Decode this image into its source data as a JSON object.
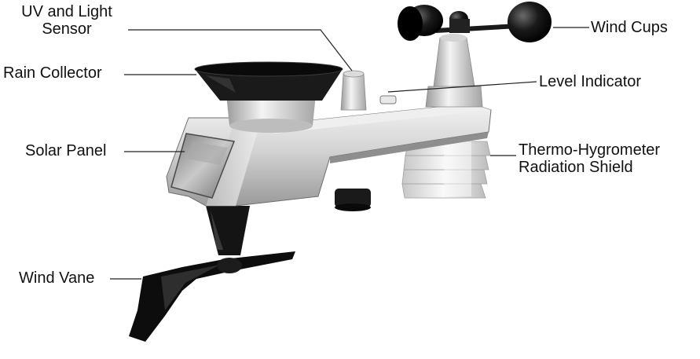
{
  "labels": {
    "uv_light_sensor": [
      "UV and Light",
      "Sensor"
    ],
    "rain_collector": "Rain Collector",
    "solar_panel": "Solar Panel",
    "wind_vane": "Wind Vane",
    "wind_cups": "Wind Cups",
    "level_indicator": "Level Indicator",
    "thermo_hygrometer": [
      "Thermo-Hygrometer",
      "Radiation Shield"
    ]
  },
  "colors": {
    "background": "#ffffff",
    "body_light": "#e6e6e6",
    "body_mid": "#bdbdbd",
    "body_dark": "#8c8c8c",
    "black_parts": "#0d0d0d",
    "text": "#111111"
  }
}
